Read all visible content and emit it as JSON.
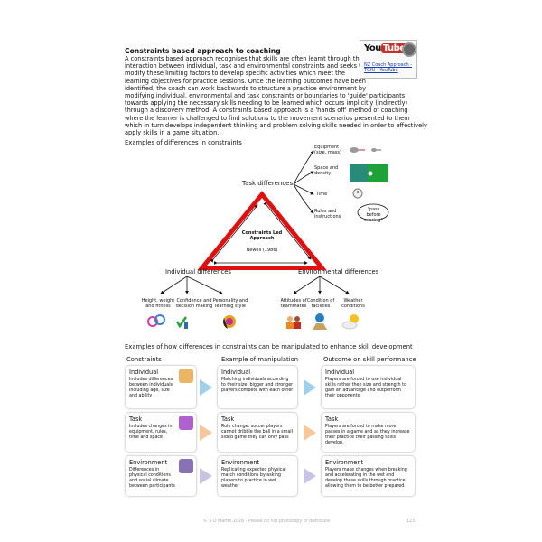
{
  "title": "Constraints based approach to coaching",
  "body": "A constraints based approach recognises that skills are often learnt through the interaction between individual, task and environmental constraints and seeks to modify these limiting factors to develop specific activities which meet the learning objectives for practice sessions. Once the learning outcomes have been identified, the coach can work backwards to structure a practice environment by modifying individual, environmental and task constraints or boundaries to 'guide' participants towards applying the necessary skills needing to be learned which occurs implicitly (indirectly) through a discovery method. A constraints based approach is a 'hands off' method of coaching where the learner is challenged to find solutions to the movement scenarios presented to them which in turn develops independent thinking and problem solving skills needed in order to effectively apply skills in a game situation.",
  "youtube": {
    "logo_you": "You",
    "logo_tube": "Tube",
    "link": "NZ Coach Approach - TGfU - YouTube"
  },
  "diagram": {
    "heading": "Examples of differences in constraints",
    "task": "Task differences",
    "task_items": [
      "Equipment (size, mass)",
      "Space and density",
      "Time",
      "Rules and instructions"
    ],
    "speech": "\"pass before scoring\"",
    "center_title": "Constraints Led Approach",
    "center_ref": "Newell (1986)",
    "individual": "Individual differences",
    "individual_items": [
      "Height, weight and fitness",
      "Confidence and decision making",
      "Personality and learning style"
    ],
    "environmental": "Environmental differences",
    "environmental_items": [
      "Attitudes of teammates",
      "Condition of facilities",
      "Weather conditions"
    ]
  },
  "table": {
    "heading": "Examples of how differences in constraints can be manipulated to enhance skill development",
    "columns": [
      "Constraints",
      "Example of manipulation",
      "Outcome on skill performance"
    ],
    "rows": [
      {
        "cells": [
          {
            "title": "Individual",
            "text": "Includes differences between individuals including age, size and ability"
          },
          {
            "title": "Individual",
            "text": "Matching individuals according to their size: bigger and stronger players compete with each other"
          },
          {
            "title": "Individual",
            "text": "Players are forced to use individual skills rather then size and strength to gain an advantage and outperform their opponents."
          }
        ],
        "arrow_color": "#9fd0e8"
      },
      {
        "cells": [
          {
            "title": "Task",
            "text": "Includes changes in equipment, rules, time and space"
          },
          {
            "title": "Task",
            "text": "Rule change: soccer players cannot dribble the ball in a small sided game they can only pass"
          },
          {
            "title": "Task",
            "text": "Players are forced to make more passes in a game and as they increase their practice their passing skills develop."
          }
        ],
        "arrow_color": "#f7c79a"
      },
      {
        "cells": [
          {
            "title": "Environment",
            "text": "Differences in physical conditions and social climate between participants"
          },
          {
            "title": "Environment",
            "text": "Replicating expected physical match conditions by asking players to practice in wet weather"
          },
          {
            "title": "Environment",
            "text": "Players make changes when breaking and accelerating in the wet and develop these skills through practice allowing them to be better prepared."
          }
        ],
        "arrow_color": "#c9c3e3"
      }
    ]
  },
  "footer": {
    "copyright": "© S D Martin 2026 - Please do not photocopy or distribute",
    "page": "123"
  }
}
